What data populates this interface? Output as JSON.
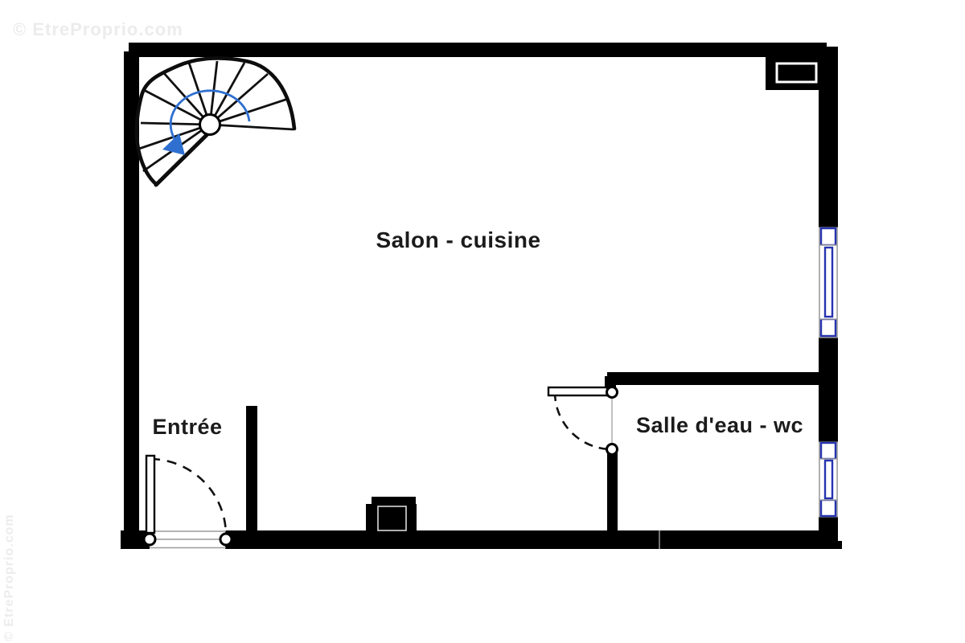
{
  "labels": {
    "salon": "Salon - cuisine",
    "entree": "Entrée",
    "salle_eau": "Salle d'eau - wc"
  },
  "watermark": {
    "text": "© EtreProprio.com"
  },
  "plan": {
    "type": "floor-plan",
    "rooms": [
      {
        "name": "Salon - cuisine",
        "features": [
          "spiral staircase",
          "chimney/duct block on bottom wall",
          "duct block top-right corner",
          "window on right wall"
        ]
      },
      {
        "name": "Entrée",
        "features": [
          "entrance door with swing arc",
          "threshold with hinge circles",
          "partition wall stub"
        ]
      },
      {
        "name": "Salle d'eau - wc",
        "features": [
          "interior door with swing arc",
          "window on right wall"
        ]
      }
    ],
    "colors": {
      "wall": "#000000",
      "window_frame": "#2633b0",
      "stair_direction": "#2e6fd0",
      "door_dash": "#111111",
      "threshold_line": "#999999",
      "label_text": "#1b1b1b",
      "watermark": "#ececec"
    }
  }
}
